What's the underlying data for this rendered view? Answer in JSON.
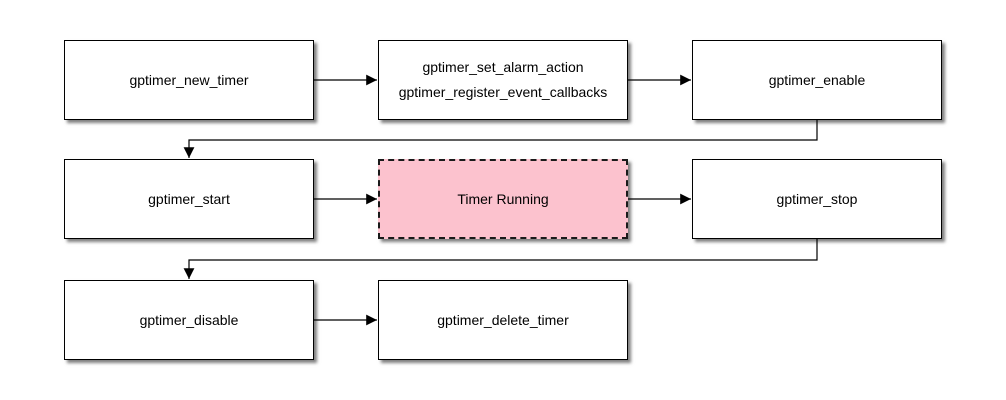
{
  "diagram": {
    "type": "flowchart",
    "colors": {
      "background": "#ffffff",
      "node_fill": "#ffffff",
      "node_border": "#000000",
      "highlight_fill": "#fcc2ce",
      "connector": "#000000",
      "text": "#000000"
    },
    "nodes": [
      {
        "id": "gptimer_new_timer",
        "lines": [
          "gptimer_new_timer"
        ]
      },
      {
        "id": "gptimer_set_alarm",
        "lines": [
          "gptimer_set_alarm_action",
          "gptimer_register_event_callbacks"
        ]
      },
      {
        "id": "gptimer_enable",
        "lines": [
          "gptimer_enable"
        ]
      },
      {
        "id": "gptimer_start",
        "lines": [
          "gptimer_start"
        ]
      },
      {
        "id": "timer_running",
        "lines": [
          "Timer Running"
        ],
        "highlighted": true,
        "border_style": "dashed"
      },
      {
        "id": "gptimer_stop",
        "lines": [
          "gptimer_stop"
        ]
      },
      {
        "id": "gptimer_disable",
        "lines": [
          "gptimer_disable"
        ]
      },
      {
        "id": "gptimer_delete_timer",
        "lines": [
          "gptimer_delete_timer"
        ]
      }
    ],
    "edges": [
      {
        "from": "gptimer_new_timer",
        "to": "gptimer_set_alarm_action / gptimer_register_event_callbacks"
      },
      {
        "from": "gptimer_set_alarm_action / gptimer_register_event_callbacks",
        "to": "gptimer_enable"
      },
      {
        "from": "gptimer_enable",
        "to": "gptimer_start"
      },
      {
        "from": "gptimer_start",
        "to": "Timer Running"
      },
      {
        "from": "Timer Running",
        "to": "gptimer_stop"
      },
      {
        "from": "gptimer_stop",
        "to": "gptimer_disable"
      },
      {
        "from": "gptimer_disable",
        "to": "gptimer_delete_timer"
      }
    ]
  }
}
